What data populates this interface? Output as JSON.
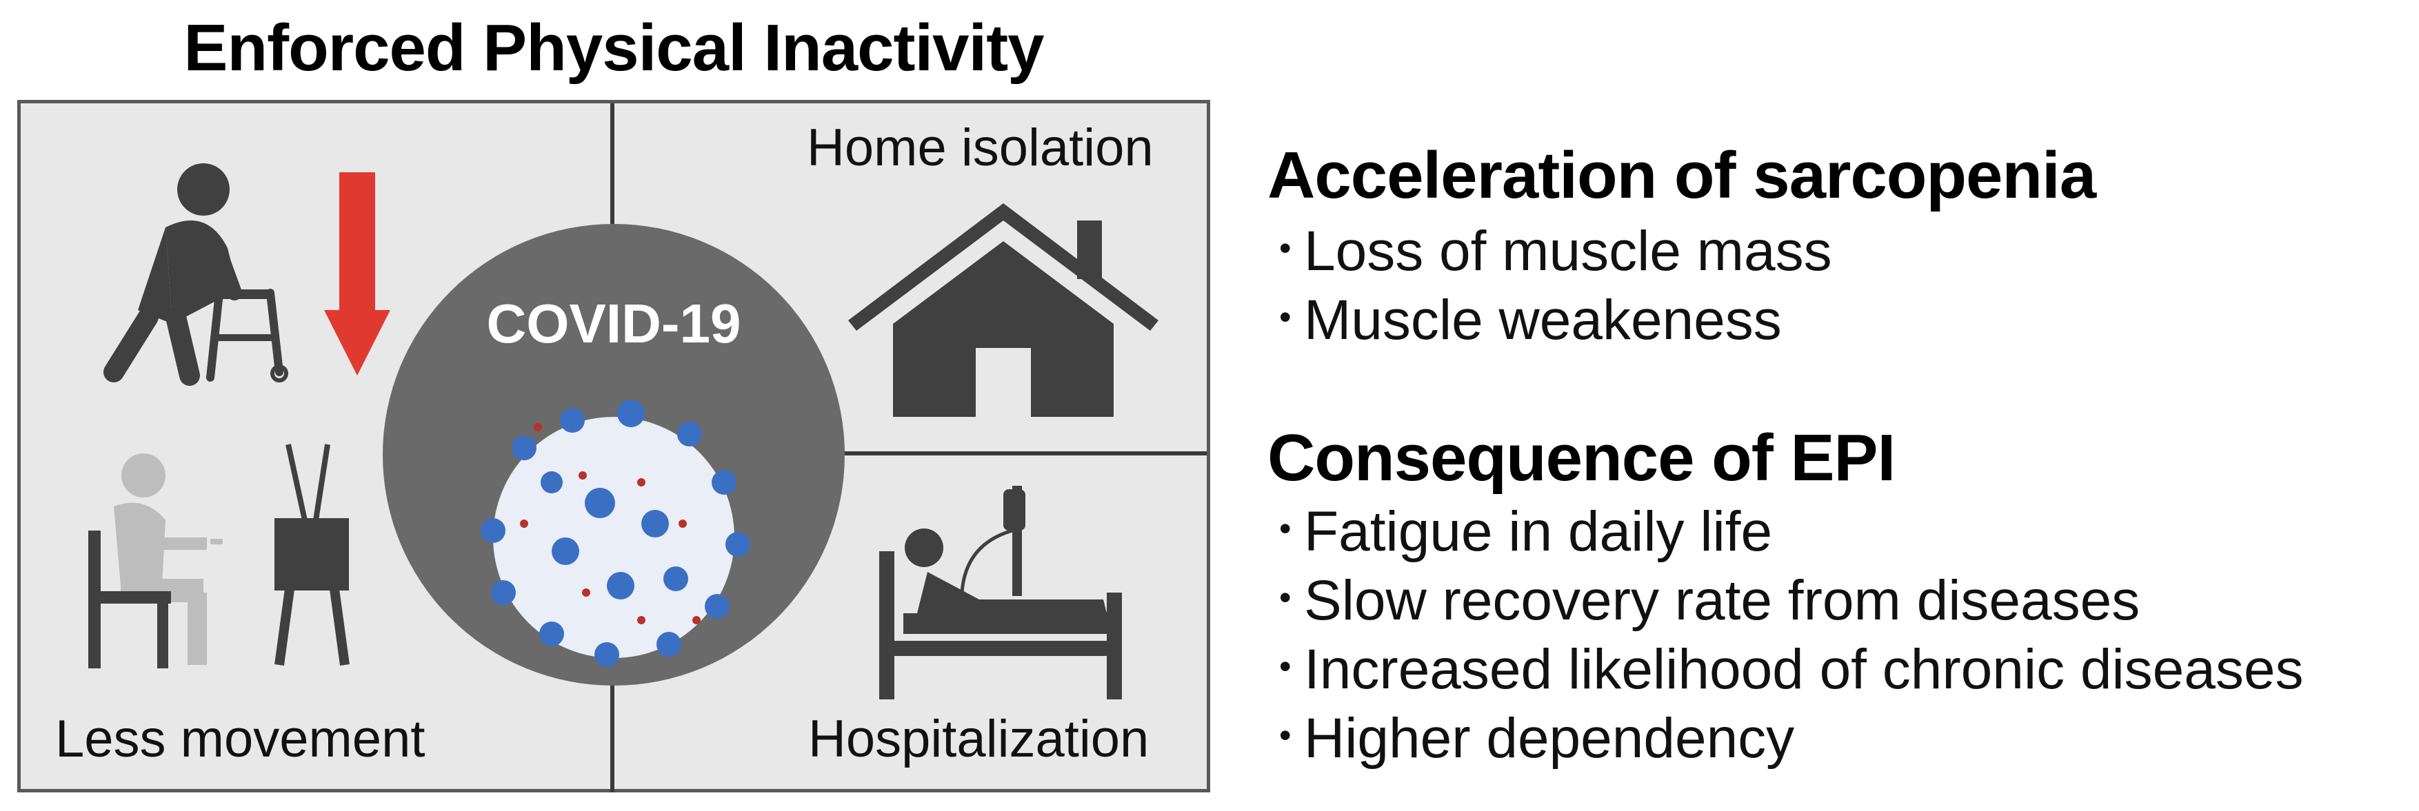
{
  "title": "Enforced Physical Inactivity",
  "panel": {
    "center_label": "COVID-19",
    "home_label": "Home isolation",
    "movement_label": "Less movement",
    "hospital_label": "Hospitalization",
    "icons": [
      "elderly-walker-icon",
      "down-arrow-icon",
      "seated-person-icon",
      "television-icon",
      "virus-icon",
      "house-icon",
      "hospital-bed-icon"
    ],
    "colors": {
      "panel_bg": "#e8e8e8",
      "icon_dark": "#404040",
      "icon_light": "#bdbdbd",
      "arrow": "#e03a30",
      "circle": "#6a6a6a",
      "virus": "#3a6fc4"
    }
  },
  "sections": [
    {
      "heading": "Acceleration of sarcopenia",
      "bullet_char": "•",
      "items": [
        "Loss of muscle mass",
        "Muscle weakeness"
      ]
    },
    {
      "heading": "Consequence of EPI",
      "bullet_char": "•",
      "items": [
        "Fatigue in daily life",
        "Slow recovery rate from diseases",
        "Increased likelihood of chronic diseases",
        "Higher dependency"
      ]
    }
  ]
}
